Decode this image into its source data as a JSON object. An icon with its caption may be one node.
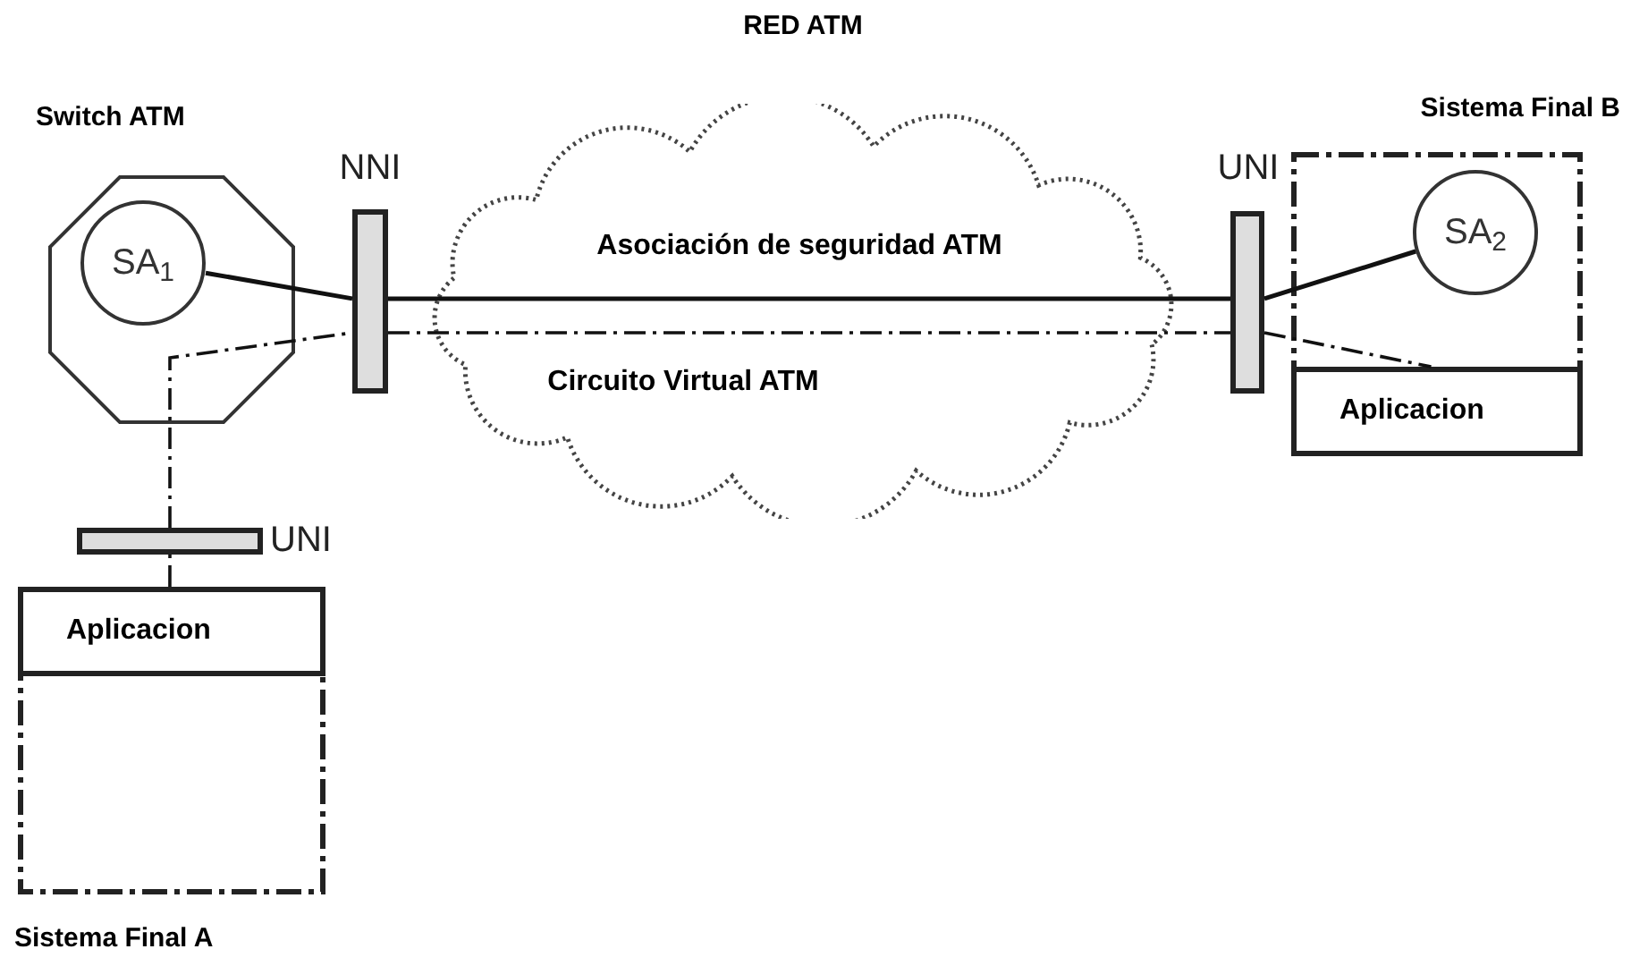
{
  "diagram": {
    "nodes": [
      {
        "text": [
          "Switch ATM"
        ]
      },
      {
        "text": [
          "SA$_{1}$"
        ],
        "in": 0
      },
      {
        "text": [
          "NNI"
        ]
      },
      {
        "text": [
          "UNI"
        ]
      },
      {
        "text": [
          "Sistema Final B"
        ]
      },
      {
        "text": [
          "SA$_{2}$"
        ],
        "in": 4
      },
      {
        "text": [
          "Aplicacion"
        ],
        "in": 4
      },
      {
        "text": [
          "UNI"
        ]
      },
      {
        "text": [
          "Sistema Final A"
        ]
      },
      {
        "text": [
          "Aplicacion"
        ],
        "in": 8
      }
    ],
    "edges": [
      {
        "from": 1,
        "to": 2,
        "arrow": "none"
      },
      {
        "from": 2,
        "to": 3,
        "arrow": "none",
        "label": "Asociación de seguridad ATM"
      },
      {
        "from": 3,
        "to": 5,
        "arrow": "none"
      },
      {
        "from": 9,
        "to": 7,
        "arrow": "none",
        "style": "dashed"
      },
      {
        "from": 7,
        "to": 2,
        "arrow": "none",
        "style": "dashed"
      },
      {
        "from": 2,
        "to": 3,
        "arrow": "none",
        "style": "dashed",
        "label": "Circuito Virtual ATM"
      },
      {
        "from": 3,
        "to": 6,
        "arrow": "none",
        "style": "dashed"
      }
    ],
    "labels": [
      "RED ATM"
    ]
  }
}
